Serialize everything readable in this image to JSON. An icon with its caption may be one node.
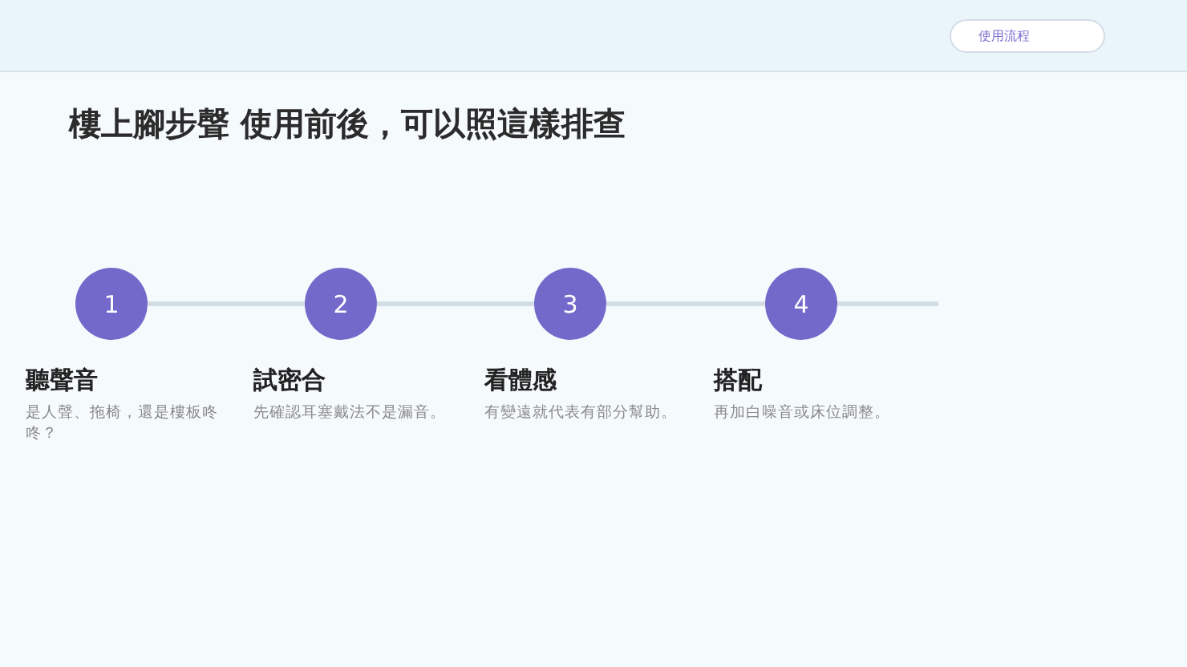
{
  "diagram": {
    "title": "樓上腳步聲 使用前後，可以照這樣排查",
    "nodes": [
      {
        "text": [
          "1"
        ],
        "beside": [
          "聽聲音",
          "是人聲、拖椅，還是樓板咚咚？"
        ]
      },
      {
        "text": [
          "2"
        ],
        "beside": [
          "試密合",
          "先確認耳塞戴法不是漏音。"
        ]
      },
      {
        "text": [
          "3"
        ],
        "beside": [
          "看體感",
          "有變遠就代表有部分幫助。"
        ]
      },
      {
        "text": [
          "4"
        ],
        "beside": [
          "搭配",
          "再加白噪音或床位調整。"
        ]
      }
    ],
    "edges": [
      {
        "from": 0,
        "to": 1,
        "arrow": "none"
      },
      {
        "from": 1,
        "to": 2,
        "arrow": "none"
      },
      {
        "from": 2,
        "to": 3,
        "arrow": "none"
      },
      {
        "from": 3,
        "to": null,
        "arrow": "none"
      }
    ],
    "labels": [
      "使用流程"
    ]
  }
}
